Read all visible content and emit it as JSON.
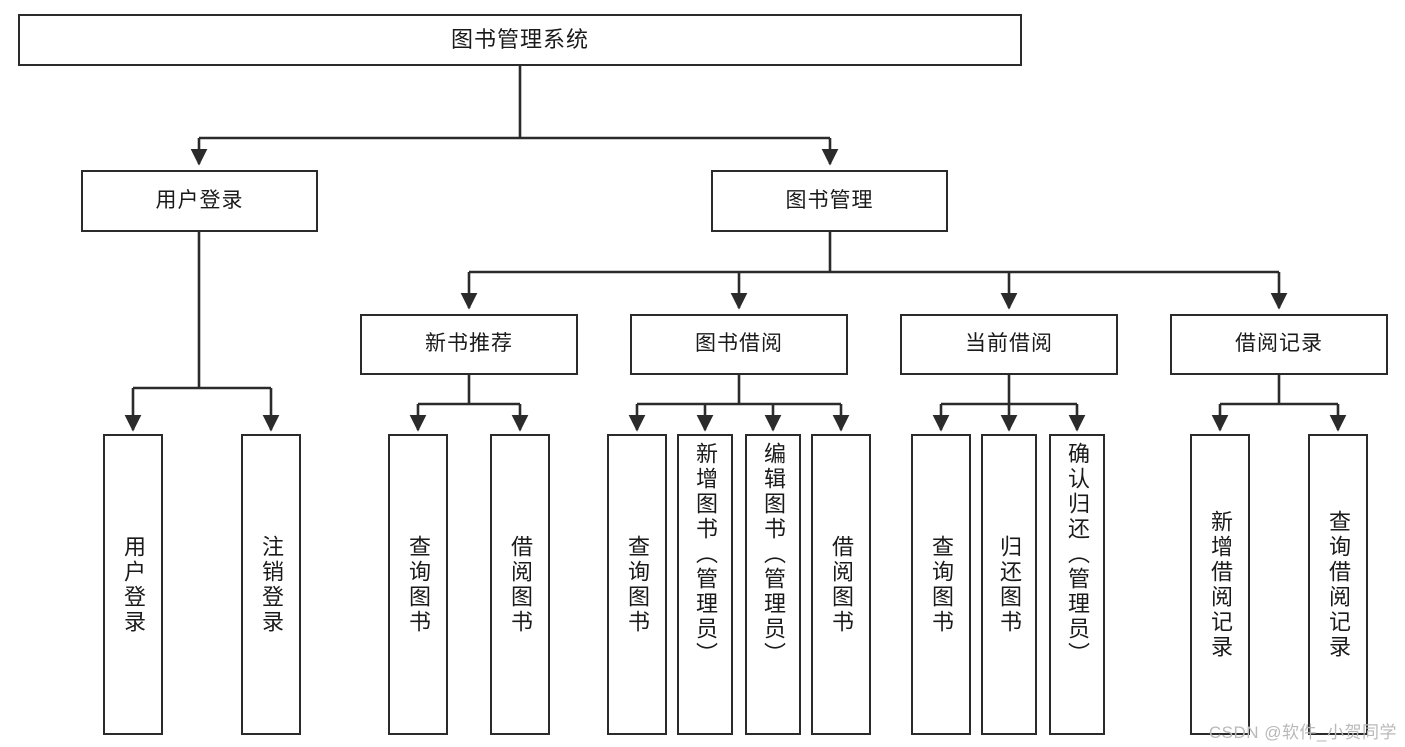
{
  "diagram": {
    "title": "图书管理系统",
    "type": "tree",
    "root": {
      "label": "图书管理系统"
    },
    "level2": [
      {
        "id": "user-login",
        "label": "用户登录"
      },
      {
        "id": "book-manage",
        "label": "图书管理"
      }
    ],
    "level3": [
      {
        "id": "new-book-recommend",
        "label": "新书推荐",
        "parent": "book-manage"
      },
      {
        "id": "book-borrow",
        "label": "图书借阅",
        "parent": "book-manage"
      },
      {
        "id": "current-borrow",
        "label": "当前借阅",
        "parent": "book-manage"
      },
      {
        "id": "borrow-record",
        "label": "借阅记录",
        "parent": "book-manage"
      }
    ],
    "leaves": [
      {
        "id": "leaf-user-login",
        "label": "用户登录",
        "parent": "user-login"
      },
      {
        "id": "leaf-user-logout",
        "label": "注销登录",
        "parent": "user-login"
      },
      {
        "id": "leaf-query-book-1",
        "label": "查询图书",
        "parent": "new-book-recommend"
      },
      {
        "id": "leaf-borrow-book-1",
        "label": "借阅图书",
        "parent": "new-book-recommend"
      },
      {
        "id": "leaf-query-book-2",
        "label": "查询图书",
        "parent": "book-borrow"
      },
      {
        "id": "leaf-add-book",
        "label": "新增图书（管理员）",
        "parent": "book-borrow"
      },
      {
        "id": "leaf-edit-book",
        "label": "编辑图书（管理员）",
        "parent": "book-borrow"
      },
      {
        "id": "leaf-borrow-book-2",
        "label": "借阅图书",
        "parent": "book-borrow"
      },
      {
        "id": "leaf-query-book-3",
        "label": "查询图书",
        "parent": "current-borrow"
      },
      {
        "id": "leaf-return-book",
        "label": "归还图书",
        "parent": "current-borrow"
      },
      {
        "id": "leaf-confirm-return",
        "label": "确认归还（管理员）",
        "parent": "current-borrow"
      },
      {
        "id": "leaf-add-record",
        "label": "新增借阅记录",
        "parent": "borrow-record"
      },
      {
        "id": "leaf-query-record",
        "label": "查询借阅记录",
        "parent": "borrow-record"
      }
    ]
  },
  "watermark": {
    "text": "CSDN @软件_小贺同学"
  },
  "colors": {
    "stroke": "#2b2b2b",
    "fill": "#ffffff",
    "text": "#1a1a1a",
    "watermark": "#b9b9b9"
  }
}
